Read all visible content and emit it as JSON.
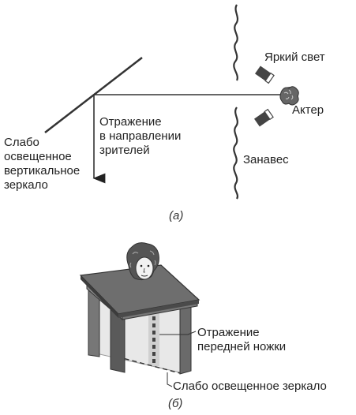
{
  "part_a": {
    "labels": {
      "bright_light": "Яркий свет",
      "actor": "Актер",
      "curtain": "Занавес",
      "mirror": [
        "Слабо",
        "освещенное",
        "вертикальное",
        "зеркало"
      ],
      "reflection": [
        "Отражение",
        "в направлении",
        "зрителей"
      ]
    },
    "caption": "(а)"
  },
  "part_b": {
    "labels": {
      "leg_reflection": [
        "Отражение",
        "передней ножки"
      ],
      "dim_mirror": "Слабо освещенное зеркало"
    },
    "caption": "(б)"
  }
}
